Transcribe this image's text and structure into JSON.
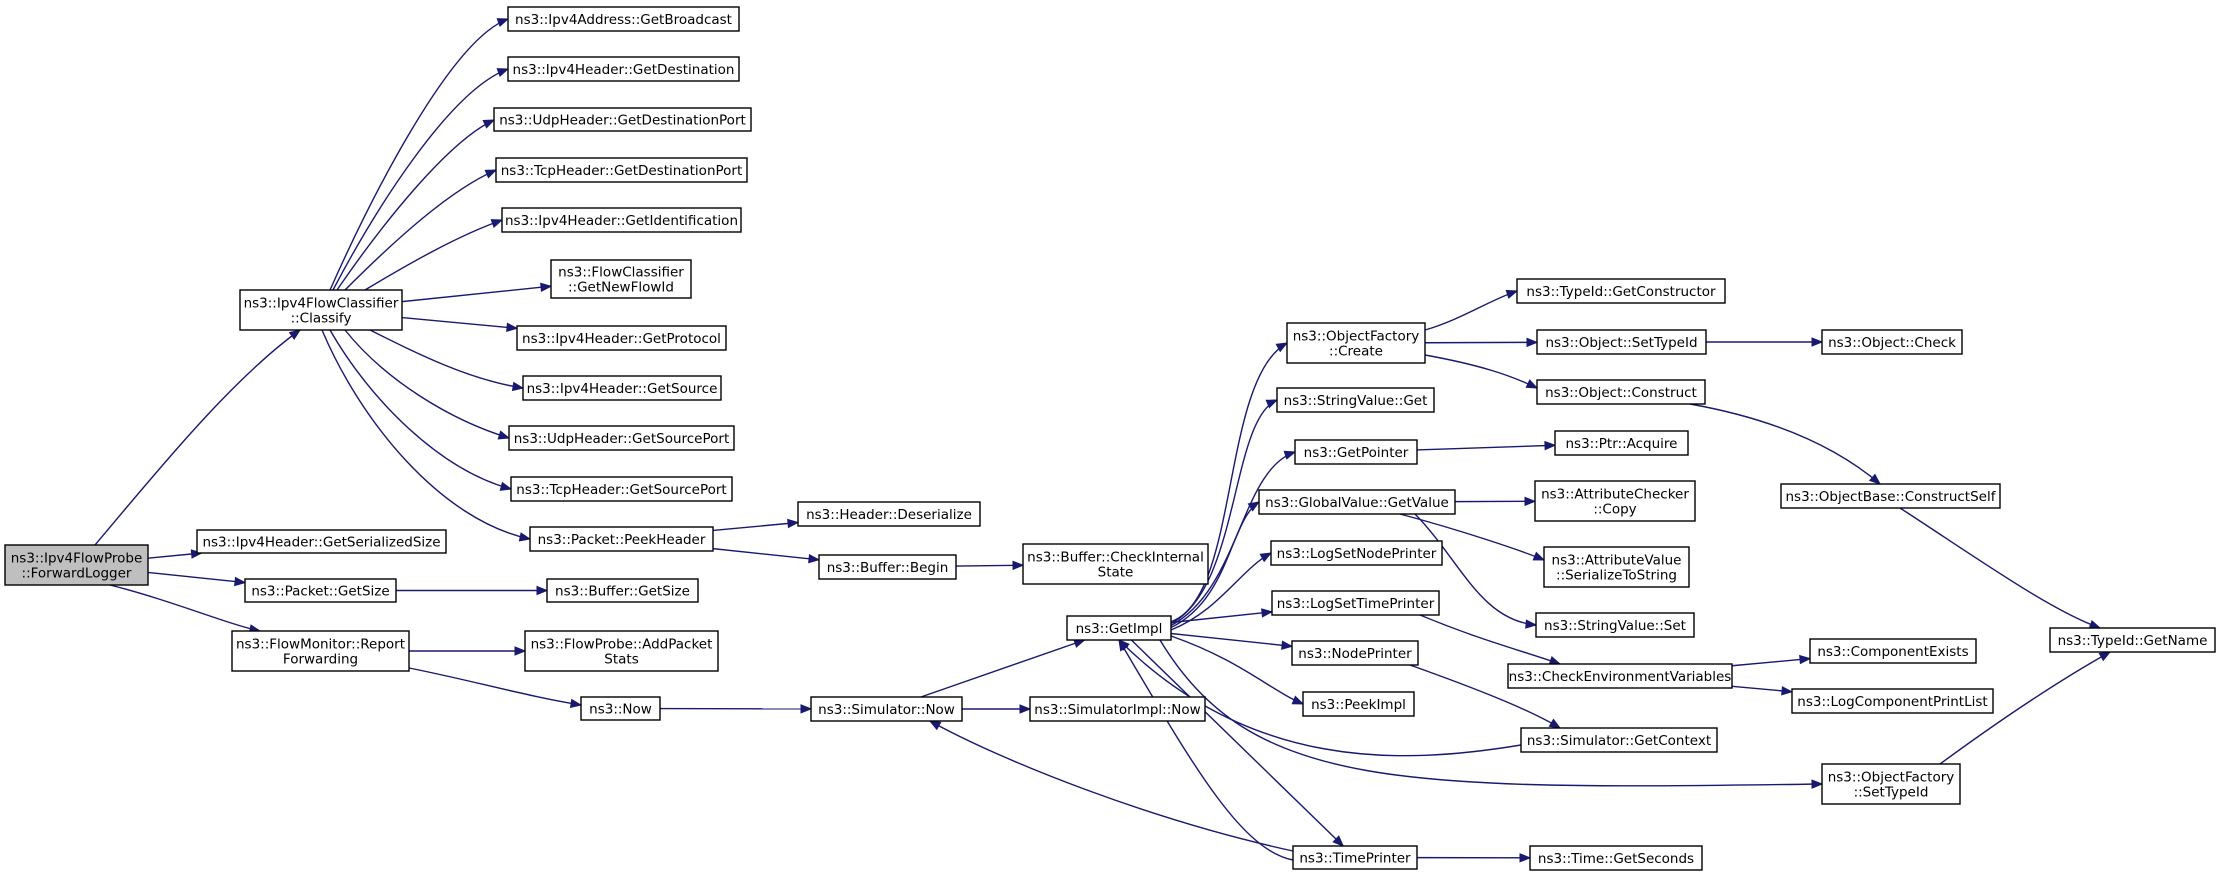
{
  "diagram": {
    "type": "call-graph",
    "colors": {
      "edge": "#191970",
      "root_fill": "#bfbfbf",
      "box_border": "#000000",
      "truncated_border": "#ff0000",
      "box_fill": "#ffffff"
    },
    "nodes": [
      {
        "id": "root",
        "lines": [
          "ns3::Ipv4FlowProbe",
          "::ForwardLogger"
        ],
        "root": true
      },
      {
        "id": "classify",
        "lines": [
          "ns3::Ipv4FlowClassifier",
          "::Classify"
        ]
      },
      {
        "id": "getSerializedSize",
        "lines": [
          "ns3::Ipv4Header::GetSerializedSize"
        ]
      },
      {
        "id": "packetGetSize",
        "lines": [
          "ns3::Packet::GetSize"
        ]
      },
      {
        "id": "reportForwarding",
        "lines": [
          "ns3::FlowMonitor::Report",
          "Forwarding"
        ]
      },
      {
        "id": "getBroadcast",
        "lines": [
          "ns3::Ipv4Address::GetBroadcast"
        ]
      },
      {
        "id": "getDestination",
        "lines": [
          "ns3::Ipv4Header::GetDestination"
        ]
      },
      {
        "id": "udpGetDestPort",
        "lines": [
          "ns3::UdpHeader::GetDestinationPort"
        ]
      },
      {
        "id": "tcpGetDestPort",
        "lines": [
          "ns3::TcpHeader::GetDestinationPort"
        ]
      },
      {
        "id": "getIdentification",
        "lines": [
          "ns3::Ipv4Header::GetIdentification"
        ]
      },
      {
        "id": "getNewFlowId",
        "lines": [
          "ns3::FlowClassifier",
          "::GetNewFlowId"
        ]
      },
      {
        "id": "getProtocol",
        "lines": [
          "ns3::Ipv4Header::GetProtocol"
        ]
      },
      {
        "id": "getSource",
        "lines": [
          "ns3::Ipv4Header::GetSource"
        ]
      },
      {
        "id": "udpGetSourcePort",
        "lines": [
          "ns3::UdpHeader::GetSourcePort"
        ]
      },
      {
        "id": "tcpGetSourcePort",
        "lines": [
          "ns3::TcpHeader::GetSourcePort"
        ]
      },
      {
        "id": "peekHeader",
        "lines": [
          "ns3::Packet::PeekHeader"
        ]
      },
      {
        "id": "bufferGetSize",
        "lines": [
          "ns3::Buffer::GetSize"
        ]
      },
      {
        "id": "addPacketStats",
        "lines": [
          "ns3::FlowProbe::AddPacket",
          "Stats"
        ]
      },
      {
        "id": "now",
        "lines": [
          "ns3::Now"
        ]
      },
      {
        "id": "headerDeserialize",
        "lines": [
          "ns3::Header::Deserialize"
        ]
      },
      {
        "id": "bufferBegin",
        "lines": [
          "ns3::Buffer::Begin"
        ]
      },
      {
        "id": "checkInternalState",
        "lines": [
          "ns3::Buffer::CheckInternal",
          "State"
        ]
      },
      {
        "id": "simulatorNow",
        "lines": [
          "ns3::Simulator::Now"
        ]
      },
      {
        "id": "simulatorImplNow",
        "lines": [
          "ns3::SimulatorImpl::Now"
        ]
      },
      {
        "id": "getImpl",
        "lines": [
          "ns3::GetImpl"
        ]
      },
      {
        "id": "objectFactoryCreate",
        "lines": [
          "ns3::ObjectFactory",
          "::Create"
        ]
      },
      {
        "id": "stringValueGet",
        "lines": [
          "ns3::StringValue::Get"
        ]
      },
      {
        "id": "getPointer",
        "lines": [
          "ns3::GetPointer"
        ]
      },
      {
        "id": "globalValueGetValue",
        "lines": [
          "ns3::GlobalValue::GetValue"
        ]
      },
      {
        "id": "logSetNodePrinter",
        "lines": [
          "ns3::LogSetNodePrinter"
        ]
      },
      {
        "id": "logSetTimePrinter",
        "lines": [
          "ns3::LogSetTimePrinter"
        ]
      },
      {
        "id": "nodePrinter",
        "lines": [
          "ns3::NodePrinter"
        ]
      },
      {
        "id": "peekImpl",
        "lines": [
          "ns3::PeekImpl"
        ]
      },
      {
        "id": "timePrinter",
        "lines": [
          "ns3::TimePrinter"
        ]
      },
      {
        "id": "typeIdGetConstructor",
        "lines": [
          "ns3::TypeId::GetConstructor"
        ]
      },
      {
        "id": "objectSetTypeId",
        "lines": [
          "ns3::Object::SetTypeId"
        ]
      },
      {
        "id": "objectConstruct",
        "lines": [
          "ns3::Object::Construct"
        ]
      },
      {
        "id": "ptrAcquire",
        "lines": [
          "ns3::Ptr::Acquire"
        ]
      },
      {
        "id": "attrCheckerCopy",
        "lines": [
          "ns3::AttributeChecker",
          "::Copy"
        ]
      },
      {
        "id": "attrValueSerialize",
        "lines": [
          "ns3::AttributeValue",
          "::SerializeToString"
        ]
      },
      {
        "id": "stringValueSet",
        "lines": [
          "ns3::StringValue::Set"
        ]
      },
      {
        "id": "checkEnvVars",
        "lines": [
          "ns3::CheckEnvironmentVariables"
        ]
      },
      {
        "id": "simulatorGetContext",
        "lines": [
          "ns3::Simulator::GetContext"
        ],
        "truncated": true
      },
      {
        "id": "objectFactorySetTypeId",
        "lines": [
          "ns3::ObjectFactory",
          "::SetTypeId"
        ]
      },
      {
        "id": "timeGetSeconds",
        "lines": [
          "ns3::Time::GetSeconds"
        ],
        "truncated": true
      },
      {
        "id": "objectCheck",
        "lines": [
          "ns3::Object::Check"
        ],
        "truncated": true
      },
      {
        "id": "constructSelf",
        "lines": [
          "ns3::ObjectBase::ConstructSelf"
        ],
        "truncated": true
      },
      {
        "id": "componentExists",
        "lines": [
          "ns3::ComponentExists"
        ],
        "truncated": true
      },
      {
        "id": "logComponentPrintList",
        "lines": [
          "ns3::LogComponentPrintList"
        ],
        "truncated": true
      },
      {
        "id": "typeIdGetName",
        "lines": [
          "ns3::TypeId::GetName"
        ]
      }
    ],
    "edges": [
      [
        "root",
        "classify"
      ],
      [
        "root",
        "getSerializedSize"
      ],
      [
        "root",
        "packetGetSize"
      ],
      [
        "root",
        "reportForwarding"
      ],
      [
        "classify",
        "getBroadcast"
      ],
      [
        "classify",
        "getDestination"
      ],
      [
        "classify",
        "udpGetDestPort"
      ],
      [
        "classify",
        "tcpGetDestPort"
      ],
      [
        "classify",
        "getIdentification"
      ],
      [
        "classify",
        "getNewFlowId"
      ],
      [
        "classify",
        "getProtocol"
      ],
      [
        "classify",
        "getSource"
      ],
      [
        "classify",
        "udpGetSourcePort"
      ],
      [
        "classify",
        "tcpGetSourcePort"
      ],
      [
        "classify",
        "peekHeader"
      ],
      [
        "packetGetSize",
        "bufferGetSize"
      ],
      [
        "reportForwarding",
        "addPacketStats"
      ],
      [
        "reportForwarding",
        "now"
      ],
      [
        "peekHeader",
        "headerDeserialize"
      ],
      [
        "peekHeader",
        "bufferBegin"
      ],
      [
        "bufferBegin",
        "checkInternalState"
      ],
      [
        "now",
        "simulatorNow"
      ],
      [
        "simulatorNow",
        "getImpl"
      ],
      [
        "simulatorNow",
        "simulatorImplNow"
      ],
      [
        "getImpl",
        "objectFactoryCreate"
      ],
      [
        "getImpl",
        "stringValueGet"
      ],
      [
        "getImpl",
        "getPointer"
      ],
      [
        "getImpl",
        "globalValueGetValue"
      ],
      [
        "getImpl",
        "logSetNodePrinter"
      ],
      [
        "getImpl",
        "logSetTimePrinter"
      ],
      [
        "getImpl",
        "nodePrinter"
      ],
      [
        "getImpl",
        "peekImpl"
      ],
      [
        "getImpl",
        "timePrinter"
      ],
      [
        "getImpl",
        "objectFactorySetTypeId"
      ],
      [
        "objectFactoryCreate",
        "typeIdGetConstructor"
      ],
      [
        "objectFactoryCreate",
        "objectSetTypeId"
      ],
      [
        "objectFactoryCreate",
        "objectConstruct"
      ],
      [
        "getPointer",
        "ptrAcquire"
      ],
      [
        "globalValueGetValue",
        "attrCheckerCopy"
      ],
      [
        "globalValueGetValue",
        "attrValueSerialize"
      ],
      [
        "globalValueGetValue",
        "stringValueSet"
      ],
      [
        "logSetTimePrinter",
        "checkEnvVars"
      ],
      [
        "nodePrinter",
        "simulatorGetContext"
      ],
      [
        "simulatorGetContext",
        "getImpl"
      ],
      [
        "timePrinter",
        "simulatorNow"
      ],
      [
        "timePrinter",
        "getImpl"
      ],
      [
        "timePrinter",
        "timeGetSeconds"
      ],
      [
        "objectSetTypeId",
        "objectCheck"
      ],
      [
        "objectConstruct",
        "constructSelf"
      ],
      [
        "checkEnvVars",
        "componentExists"
      ],
      [
        "checkEnvVars",
        "logComponentPrintList"
      ],
      [
        "constructSelf",
        "typeIdGetName"
      ],
      [
        "objectFactorySetTypeId",
        "typeIdGetName"
      ]
    ]
  }
}
